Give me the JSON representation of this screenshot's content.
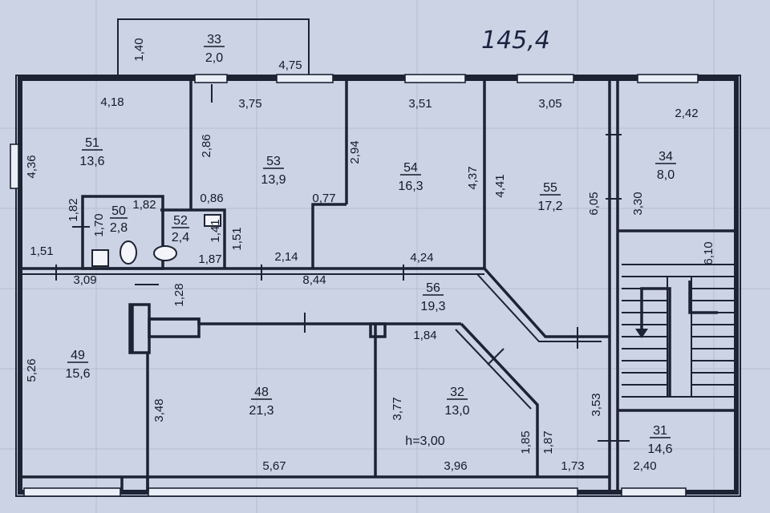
{
  "total_area_note": "145,4",
  "height_note": "h=3,00",
  "rooms": [
    {
      "number": "33",
      "area": "2,0"
    },
    {
      "number": "51",
      "area": "13,6"
    },
    {
      "number": "53",
      "area": "13,9"
    },
    {
      "number": "54",
      "area": "16,3"
    },
    {
      "number": "55",
      "area": "17,2"
    },
    {
      "number": "34",
      "area": "8,0"
    },
    {
      "number": "50",
      "area": "2,8"
    },
    {
      "number": "52",
      "area": "2,4"
    },
    {
      "number": "56",
      "area": "19,3"
    },
    {
      "number": "49",
      "area": "15,6"
    },
    {
      "number": "48",
      "area": "21,3"
    },
    {
      "number": "32",
      "area": "13,0"
    },
    {
      "number": "31",
      "area": "14,6"
    }
  ],
  "dimensions": [
    "1,40",
    "4,75",
    "4,18",
    "3,75",
    "3,51",
    "3,05",
    "2,42",
    "4,36",
    "2,86",
    "2,94",
    "4,37",
    "4,41",
    "3,30",
    "6,05",
    "6,10",
    "0,86",
    "0,77",
    "1,82",
    "1,70",
    "1,82",
    "1,41",
    "1,51",
    "1,51",
    "1,87",
    "2,14",
    "4,24",
    "3,09",
    "8,44",
    "1,28",
    "1,84",
    "5,26",
    "3,48",
    "3,77",
    "3,53",
    "1,85",
    "1,87",
    "5,67",
    "3,96",
    "1,73",
    "2,40"
  ]
}
